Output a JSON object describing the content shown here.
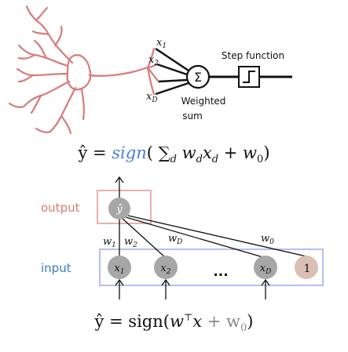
{
  "neuron": {
    "inputs": [
      "x1",
      "x2",
      "xD"
    ],
    "step_label": "Step function",
    "sum_label_1": "Weighted",
    "sum_label_2": "sum",
    "sum_symbol": "Σ"
  },
  "equation_top": {
    "lhs": "ŷ = ",
    "func": "sign",
    "open": "( ∑",
    "sub": "d",
    "w": "w",
    "x": "x",
    "plus": " + w",
    "w0sub": "0",
    "close": ")"
  },
  "network": {
    "output_label": "output",
    "input_label": "input",
    "output_node": "ŷ",
    "nodes": [
      "x1",
      "x2",
      "xD",
      "1"
    ],
    "ellipsis": "...",
    "weights": [
      "w1",
      "w2",
      "wD",
      "w0"
    ]
  },
  "equation_bottom": {
    "lhs": "ŷ = sign(",
    "w": "w",
    "top": "⊤",
    "x": "x",
    "plus": " + w",
    "zero": "0",
    "close": ")"
  },
  "colors": {
    "output_box": "#e8b0b0",
    "input_box": "#b8bdf2",
    "output_text": "#e07a6a",
    "input_text": "#3a7fc4",
    "node": "#a7a7a7",
    "bias_node": "#d9bfb4",
    "dendrite": "#d87a7a"
  }
}
